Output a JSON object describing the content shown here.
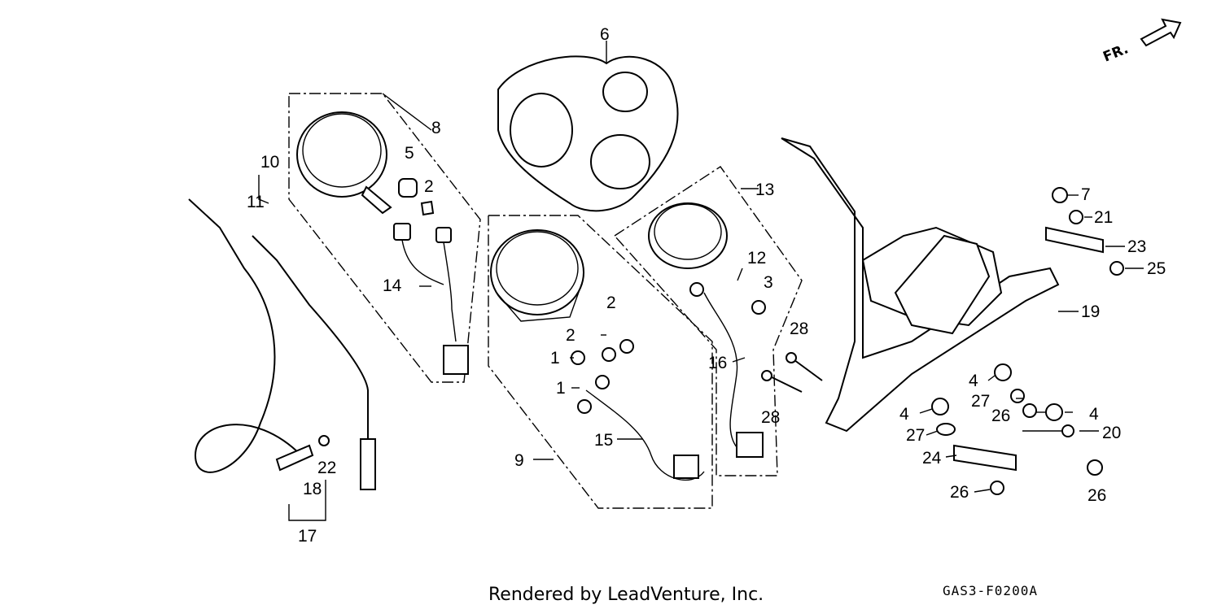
{
  "diagram": {
    "callouts": [
      {
        "id": "c6",
        "text": "6"
      },
      {
        "id": "c8",
        "text": "8"
      },
      {
        "id": "c5",
        "text": "5"
      },
      {
        "id": "c2a",
        "text": "2"
      },
      {
        "id": "c10",
        "text": "10"
      },
      {
        "id": "c11",
        "text": "11"
      },
      {
        "id": "c14",
        "text": "14"
      },
      {
        "id": "c13",
        "text": "13"
      },
      {
        "id": "c12",
        "text": "12"
      },
      {
        "id": "c3",
        "text": "3"
      },
      {
        "id": "c7",
        "text": "7"
      },
      {
        "id": "c21",
        "text": "21"
      },
      {
        "id": "c23",
        "text": "23"
      },
      {
        "id": "c25",
        "text": "25"
      },
      {
        "id": "c19",
        "text": "19"
      },
      {
        "id": "c2b",
        "text": "2"
      },
      {
        "id": "c2c",
        "text": "2"
      },
      {
        "id": "c1a",
        "text": "1"
      },
      {
        "id": "c1b",
        "text": "1"
      },
      {
        "id": "c28a",
        "text": "28"
      },
      {
        "id": "c16",
        "text": "16"
      },
      {
        "id": "c28b",
        "text": "28"
      },
      {
        "id": "c4a",
        "text": "4"
      },
      {
        "id": "c27a",
        "text": "27"
      },
      {
        "id": "c4b",
        "text": "4"
      },
      {
        "id": "c26a",
        "text": "26"
      },
      {
        "id": "c4c",
        "text": "4"
      },
      {
        "id": "c27b",
        "text": "27"
      },
      {
        "id": "c20",
        "text": "20"
      },
      {
        "id": "c15",
        "text": "15"
      },
      {
        "id": "c24",
        "text": "24"
      },
      {
        "id": "c9",
        "text": "9"
      },
      {
        "id": "c22",
        "text": "22"
      },
      {
        "id": "c18",
        "text": "18"
      },
      {
        "id": "c17",
        "text": "17"
      },
      {
        "id": "c26b",
        "text": "26"
      },
      {
        "id": "c26c",
        "text": "26"
      }
    ],
    "front_arrow_label": "FR.",
    "footer_text": "Rendered by LeadVenture, Inc.",
    "drawing_code": "GAS3-F0200A"
  }
}
